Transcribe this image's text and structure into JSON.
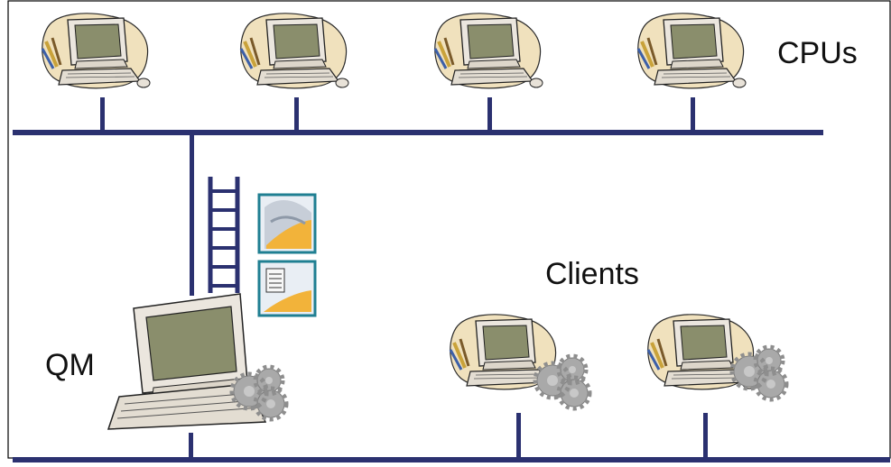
{
  "labels": {
    "cpus": "CPUs",
    "clients": "Clients",
    "qm": "QM"
  },
  "colors": {
    "network_line": "#2b3170",
    "blob": "#f0e1bd",
    "monitor_screen": "#8a8e6c",
    "monitor_body": "#e9e3d9",
    "gear": "#a9a9a9",
    "doc_tile_border": "#1f7f92"
  },
  "icons": {
    "cpu_workstation": "computer-clipart-icon",
    "client_workstation": "computer-with-gears-icon",
    "queue_manager": "large-computer-with-gears-icon",
    "queue": "ladder-queue-icon",
    "job_files": "document-tile-icon"
  }
}
